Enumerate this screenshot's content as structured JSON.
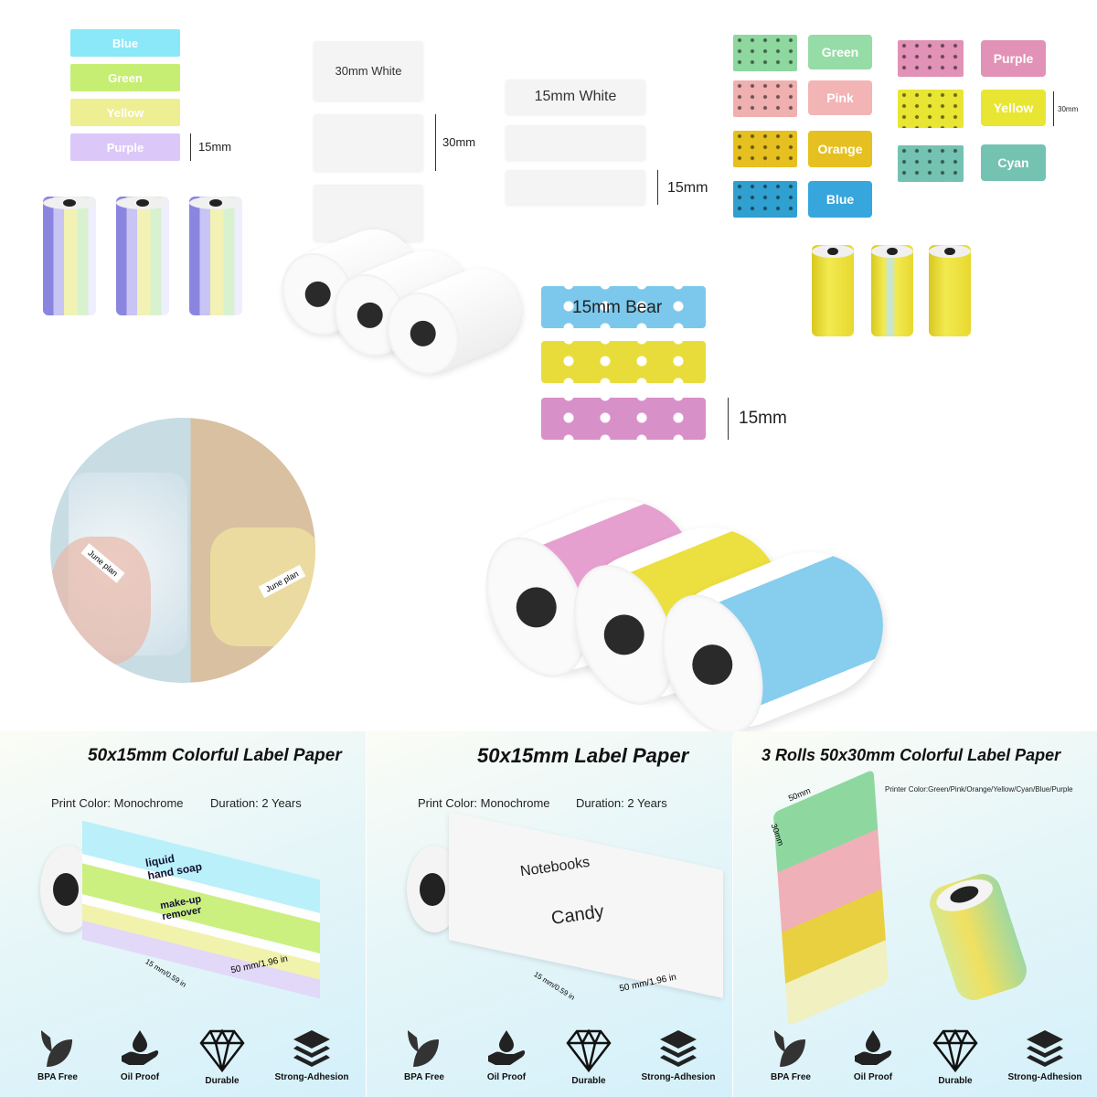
{
  "swatches_15mm": {
    "labels": [
      "Blue",
      "Green",
      "Yellow",
      "Purple"
    ],
    "colors": [
      "#8ae8f8",
      "#c6ee72",
      "#eeee92",
      "#dcc8f8"
    ],
    "size": "15mm"
  },
  "white_30mm": {
    "label": "30mm White",
    "size": "30mm"
  },
  "white_15mm": {
    "label": "15mm White",
    "size": "15mm"
  },
  "bear_15mm": {
    "label": "15mm Bear",
    "size": "15mm",
    "colors": [
      "#7cc8ec",
      "#e8dc3a",
      "#d890c8"
    ]
  },
  "colorful_30mm": {
    "labels": [
      "Green",
      "Pink",
      "Orange",
      "Blue",
      "Purple",
      "Yellow",
      "Cyan"
    ],
    "colors": [
      "#96dca6",
      "#f2b4b4",
      "#e6c020",
      "#36a6dc",
      "#e292b6",
      "#e8e632",
      "#74c2b2"
    ],
    "size": "30mm"
  },
  "photo": {
    "tag_text": "June plan"
  },
  "panels": [
    {
      "title": "50x15mm Colorful Label Paper",
      "print_color": "Print Color: Monochrome",
      "duration": "Duration: 2 Years",
      "label_1": "liquid hand soap",
      "label_2": "make-up remover",
      "width_dim": "50 mm/1.96 in",
      "height_dim": "15 mm/0.59 in"
    },
    {
      "title": "50x15mm Label Paper",
      "print_color": "Print Color: Monochrome",
      "duration": "Duration: 2 Years",
      "label_1": "Notebooks",
      "label_2": "Candy",
      "width_dim": "50 mm/1.96 in",
      "height_dim": "15 mm/0.59 in"
    },
    {
      "title": "3 Rolls 50x30mm Colorful Label Paper",
      "printer_color": "Printer Color:Green/Pink/Orange/Yellow/Cyan/Blue/Purple",
      "width_dim": "50mm",
      "height_dim": "30mm"
    }
  ],
  "features": [
    {
      "label": "BPA Free",
      "icon": "leaf-icon"
    },
    {
      "label": "Oil Proof",
      "icon": "drop-hand-icon"
    },
    {
      "label": "Durable",
      "icon": "diamond-icon"
    },
    {
      "label": "Strong-Adhesion",
      "icon": "layers-icon"
    }
  ]
}
